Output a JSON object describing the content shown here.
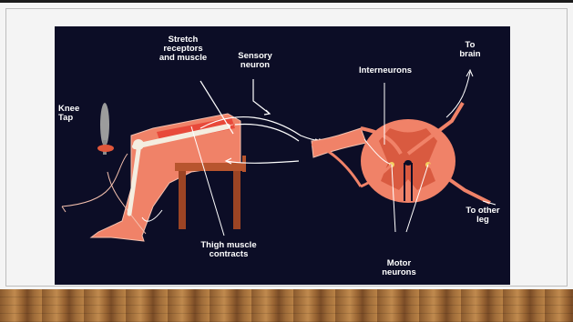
{
  "diagram": {
    "labels": {
      "stretch_receptors": "Stretch\nreceptors\nand muscle",
      "sensory_neuron": "Sensory\nneuron",
      "interneurons": "Interneurons",
      "to_brain": "To\nbrain",
      "knee_tap": "Knee\nTap",
      "thigh_muscle": "Thigh muscle\ncontracts",
      "to_other_leg": "To other\nleg",
      "motor_neurons": "Motor\nneurons"
    },
    "colors": {
      "background": "#0c0d26",
      "tissue": "#f08268",
      "tissue_dark": "#d95a40",
      "muscle": "#e8493a",
      "bone": "#f4ede0",
      "chair": "#b8552e",
      "neuron_line": "#ffffff"
    },
    "icons": [
      "reflex-hammer-icon"
    ]
  }
}
